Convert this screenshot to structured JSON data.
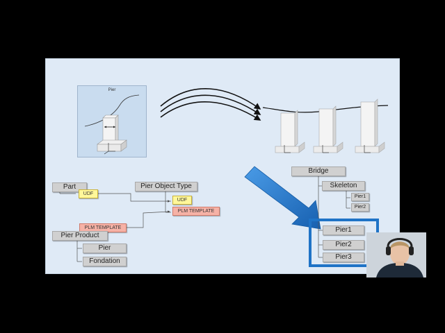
{
  "pier_panel": {
    "title": "Pier"
  },
  "left_tree": {
    "part": "Part",
    "udf": "UDF",
    "pier_object_type": "Pier Object Type",
    "obj_udf": "UDF",
    "obj_plm": "PLM TEMPLATE",
    "plm_template": "PLM TEMPLATE",
    "pier_product": "Pier Product",
    "pier": "Pier",
    "fondation": "Fondation"
  },
  "right_tree": {
    "bridge": "Bridge",
    "skeleton": "Skeleton",
    "skeleton_items": [
      "Pier1",
      "Pier2"
    ],
    "piers": [
      "Pier1",
      "Pier2",
      "Pier3"
    ]
  },
  "colors": {
    "slide_bg": "#dfeaf6",
    "node_gray": "#d0d0d0",
    "udf_yellow": "#fff79a",
    "plm_salmon": "#f6b2a6",
    "accent_blue": "#1f73c6"
  }
}
